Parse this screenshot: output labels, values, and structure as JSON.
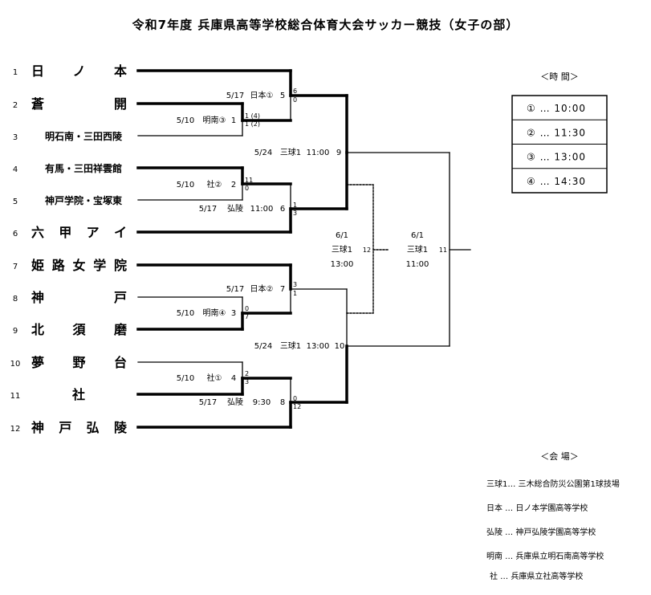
{
  "title": "令和7年度 兵庫県高等学校総合体育大会サッカー競技（女子の部）",
  "teams": [
    {
      "num": "1",
      "chars": [
        "日",
        "ノ",
        "本"
      ]
    },
    {
      "num": "2",
      "chars": [
        "蒼",
        "開"
      ]
    },
    {
      "num": "3",
      "name": "明石南・三田西陵"
    },
    {
      "num": "4",
      "name": "有馬・三田祥雲館"
    },
    {
      "num": "5",
      "name": "神戸学院・宝塚東"
    },
    {
      "num": "6",
      "chars": [
        "六",
        "甲",
        "ア",
        "イ"
      ]
    },
    {
      "num": "7",
      "chars": [
        "姫",
        "路",
        "女",
        "学",
        "院"
      ]
    },
    {
      "num": "8",
      "chars": [
        "神",
        "戸"
      ]
    },
    {
      "num": "9",
      "chars": [
        "北",
        "須",
        "磨"
      ]
    },
    {
      "num": "10",
      "chars": [
        "夢",
        "野",
        "台"
      ]
    },
    {
      "num": "11",
      "chars": [
        "社"
      ]
    },
    {
      "num": "12",
      "chars": [
        "神",
        "戸",
        "弘",
        "陵"
      ]
    }
  ],
  "matches": {
    "m1": {
      "date": "5/10",
      "venue": "明南③",
      "num": "1",
      "score_top": "1 (4)",
      "score_bottom": "1 (2)"
    },
    "m2": {
      "date": "5/10",
      "venue": "社②",
      "num": "2",
      "score_top": "11",
      "score_bottom": "0"
    },
    "m3": {
      "date": "5/10",
      "venue": "明南④",
      "num": "3",
      "score_top": "0",
      "score_bottom": "7"
    },
    "m4": {
      "date": "5/10",
      "venue": "社①",
      "num": "4",
      "score_top": "2",
      "score_bottom": "3"
    },
    "m5": {
      "date": "5/17",
      "venue": "日本①",
      "num": "5",
      "score_top": "6",
      "score_bottom": "0"
    },
    "m6": {
      "date": "5/17",
      "venue": "弘陵",
      "time": "11:00",
      "num": "6",
      "score_top": "1",
      "score_bottom": "3"
    },
    "m7": {
      "date": "5/17",
      "venue": "日本②",
      "num": "7",
      "score_top": "3",
      "score_bottom": "1"
    },
    "m8": {
      "date": "5/17",
      "venue": "弘陵",
      "time": "9:30",
      "num": "8",
      "score_top": "0",
      "score_bottom": "12"
    },
    "m9": {
      "date": "5/24",
      "venue": "三球1",
      "time": "11:00",
      "num": "9"
    },
    "m10": {
      "date": "5/24",
      "venue": "三球1",
      "time": "13:00",
      "num": "10"
    },
    "m12": {
      "date": "6/1",
      "venue": "三球1",
      "time": "13:00",
      "num": "12"
    },
    "m11": {
      "date": "6/1",
      "venue": "三球1",
      "time": "11:00",
      "num": "11"
    }
  },
  "times_box": {
    "label": "＜時 間＞",
    "rows": [
      "① … 10:00",
      "② … 11:30",
      "③ … 13:00",
      "④ … 14:30"
    ]
  },
  "venues": {
    "label": "＜会 場＞",
    "rows": [
      "三球1… 三木総合防災公園第1球技場",
      "日本 … 日ノ本学園高等学校",
      "弘陵 … 神戸弘陵学園高等学校",
      "明南 … 兵庫県立明石南高等学校",
      "社 … 兵庫県立社高等学校"
    ]
  }
}
